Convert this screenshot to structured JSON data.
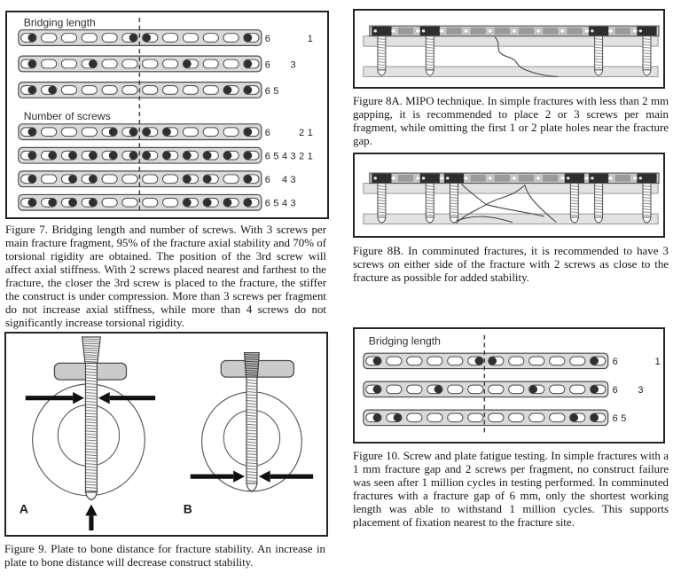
{
  "colors": {
    "plate_fill": "#d9d9d9",
    "hole_fill": "#ffffff",
    "screw_fill": "#2f2f2f",
    "outline": "#4a4a4a",
    "dash": "#3f3f3f",
    "cortex": "#e2e2e2",
    "plate_seg_light": "#c8c8c8",
    "plate_seg_dark": "#9a9a9a",
    "screw_head": "#2e2e2e",
    "arrow": "#101010"
  },
  "figure7": {
    "diagram": {
      "plate_holes": 12,
      "sections": [
        {
          "title": "Bridging length",
          "rows": [
            {
              "holes": [
                1,
                0,
                0,
                0,
                0,
                1,
                1,
                0,
                0,
                0,
                0,
                1
              ],
              "position_labels": [
                "6",
                "",
                "",
                "",
                "",
                "1"
              ]
            },
            {
              "holes": [
                1,
                0,
                0,
                1,
                0,
                0,
                0,
                0,
                1,
                0,
                0,
                1
              ],
              "position_labels": [
                "6",
                "",
                "",
                "3",
                "",
                ""
              ]
            },
            {
              "holes": [
                1,
                1,
                0,
                0,
                0,
                0,
                0,
                0,
                0,
                0,
                1,
                1
              ],
              "position_labels": [
                "6",
                "5",
                "",
                "",
                "",
                ""
              ]
            }
          ]
        },
        {
          "title": "Number of screws",
          "rows": [
            {
              "holes": [
                1,
                0,
                0,
                0,
                1,
                1,
                1,
                1,
                0,
                0,
                0,
                1
              ],
              "position_labels": [
                "6",
                "",
                "",
                "",
                "2",
                "1"
              ]
            },
            {
              "holes": [
                1,
                1,
                1,
                1,
                1,
                1,
                1,
                1,
                1,
                1,
                1,
                1
              ],
              "position_labels": [
                "6",
                "5",
                "4",
                "3",
                "2",
                "1"
              ]
            },
            {
              "holes": [
                1,
                0,
                1,
                1,
                0,
                0,
                0,
                0,
                1,
                1,
                0,
                1
              ],
              "position_labels": [
                "6",
                "",
                "4",
                "3",
                "",
                ""
              ]
            },
            {
              "holes": [
                1,
                1,
                1,
                1,
                0,
                0,
                0,
                0,
                1,
                1,
                1,
                1
              ],
              "position_labels": [
                "6",
                "5",
                "4",
                "3",
                "",
                ""
              ]
            }
          ]
        }
      ]
    },
    "caption": "Figure 7. Bridging length and number of screws. With 3 screws per main fracture fragment, 95% of the fracture axial stability and 70% of torsional rigidity are obtained. The position of the 3rd screw will affect axial stiffness. With 2 screws placed nearest and farthest to the fracture, the closer the 3rd screw is placed to the fracture, the stiffer the construct is under compression. More than 3 screws per fragment do not increase axial stiffness, while more than 4 screws do not significantly increase torsional rigidity."
  },
  "figure8a": {
    "diagram": {
      "plate_holes": 12,
      "screw_holes": [
        1,
        3,
        10,
        12
      ],
      "fracture": "simple"
    },
    "caption": "Figure 8A. MIPO technique. In simple fractures with less than 2 mm gapping, it is recommended to place 2 or 3 screws per main fragment, while omitting the first 1 or 2 plate holes near the fracture gap."
  },
  "figure8b": {
    "diagram": {
      "plate_holes": 12,
      "screw_holes": [
        1,
        3,
        4,
        9,
        10,
        12
      ],
      "fracture": "comminuted"
    },
    "caption": "Figure 8B. In comminuted fractures, it is recommended to have 3 screws on either side of the fracture with 2 screws as close to the fracture as possible for added stability."
  },
  "figure9": {
    "diagram": {
      "labels": [
        "A",
        "B"
      ]
    },
    "caption": "Figure 9. Plate to bone distance for fracture stability. An increase in plate to bone distance will decrease construct stability."
  },
  "figure10": {
    "diagram": {
      "plate_holes": 12,
      "sections": [
        {
          "title": "Bridging length",
          "rows": [
            {
              "holes": [
                1,
                0,
                0,
                0,
                0,
                1,
                1,
                0,
                0,
                0,
                0,
                1
              ],
              "position_labels": [
                "6",
                "",
                "",
                "",
                "",
                "1"
              ]
            },
            {
              "holes": [
                1,
                0,
                0,
                1,
                0,
                0,
                0,
                0,
                1,
                0,
                0,
                1
              ],
              "position_labels": [
                "6",
                "",
                "",
                "3",
                "",
                ""
              ]
            },
            {
              "holes": [
                1,
                1,
                0,
                0,
                0,
                0,
                0,
                0,
                0,
                0,
                1,
                1
              ],
              "position_labels": [
                "6",
                "5",
                "",
                "",
                "",
                ""
              ]
            }
          ]
        }
      ]
    },
    "caption": "Figure 10. Screw and plate fatigue testing. In simple fractures with a 1 mm fracture gap and 2 screws per fragment, no construct failure was seen after 1 million cycles in testing performed. In comminuted fractures with a fracture gap of 6 mm, only the shortest working length was able to withstand 1 million cycles. This supports placement of fixation nearest to the fracture site."
  }
}
